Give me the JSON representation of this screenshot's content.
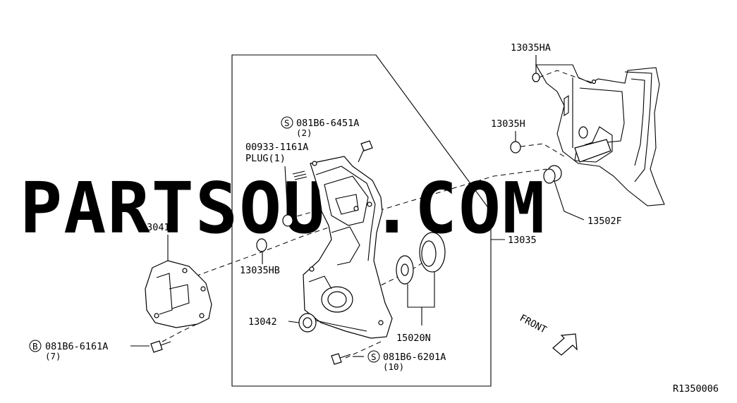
{
  "watermark": "PARTSOUQ.COM",
  "diagram_code": "R1350006",
  "front_label": "FRONT",
  "labels": {
    "p13035HA": "13035HA",
    "p13035H": "13035H",
    "p13502F": "13502F",
    "p13035": "13035",
    "p081B6_6451A": "081B6-6451A",
    "p081B6_6451A_qty": "(2)",
    "p00933": "00933-1161A",
    "plug": "PLUG(1)",
    "p13041P": "13041P",
    "p13035HB": "13035HB",
    "p13042": "13042",
    "p15020N": "15020N",
    "p081B6_6161A": "081B6-6161A",
    "p081B6_6161A_qty": "(7)",
    "p081B6_6201A": "081B6-6201A",
    "p081B6_6201A_qty": "(10)"
  },
  "symbols": {
    "s": "S",
    "b": "B"
  }
}
